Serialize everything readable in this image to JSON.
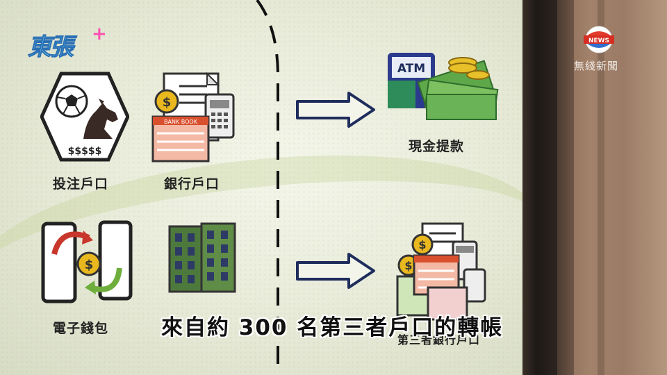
{
  "overlay": {
    "logo_text": "東張",
    "logo_plus": "+",
    "news_badge_text": "NEWS",
    "news_caption": "無綫新聞"
  },
  "diagram": {
    "betting_account_label": "投注戶口",
    "betting_money_text": "$$$$$",
    "bank_account_label": "銀行戶口",
    "e_wallet_label": "電子錢包",
    "cash_withdrawal_label": "現金提款",
    "third_party_accounts_label": "第三者銀行戶口",
    "atm_text": "ATM",
    "bank_book_text": "BANK BOOK",
    "dollar_symbol": "$"
  },
  "subtitle": "來自約 300 名第三者戶口的轉帳"
}
